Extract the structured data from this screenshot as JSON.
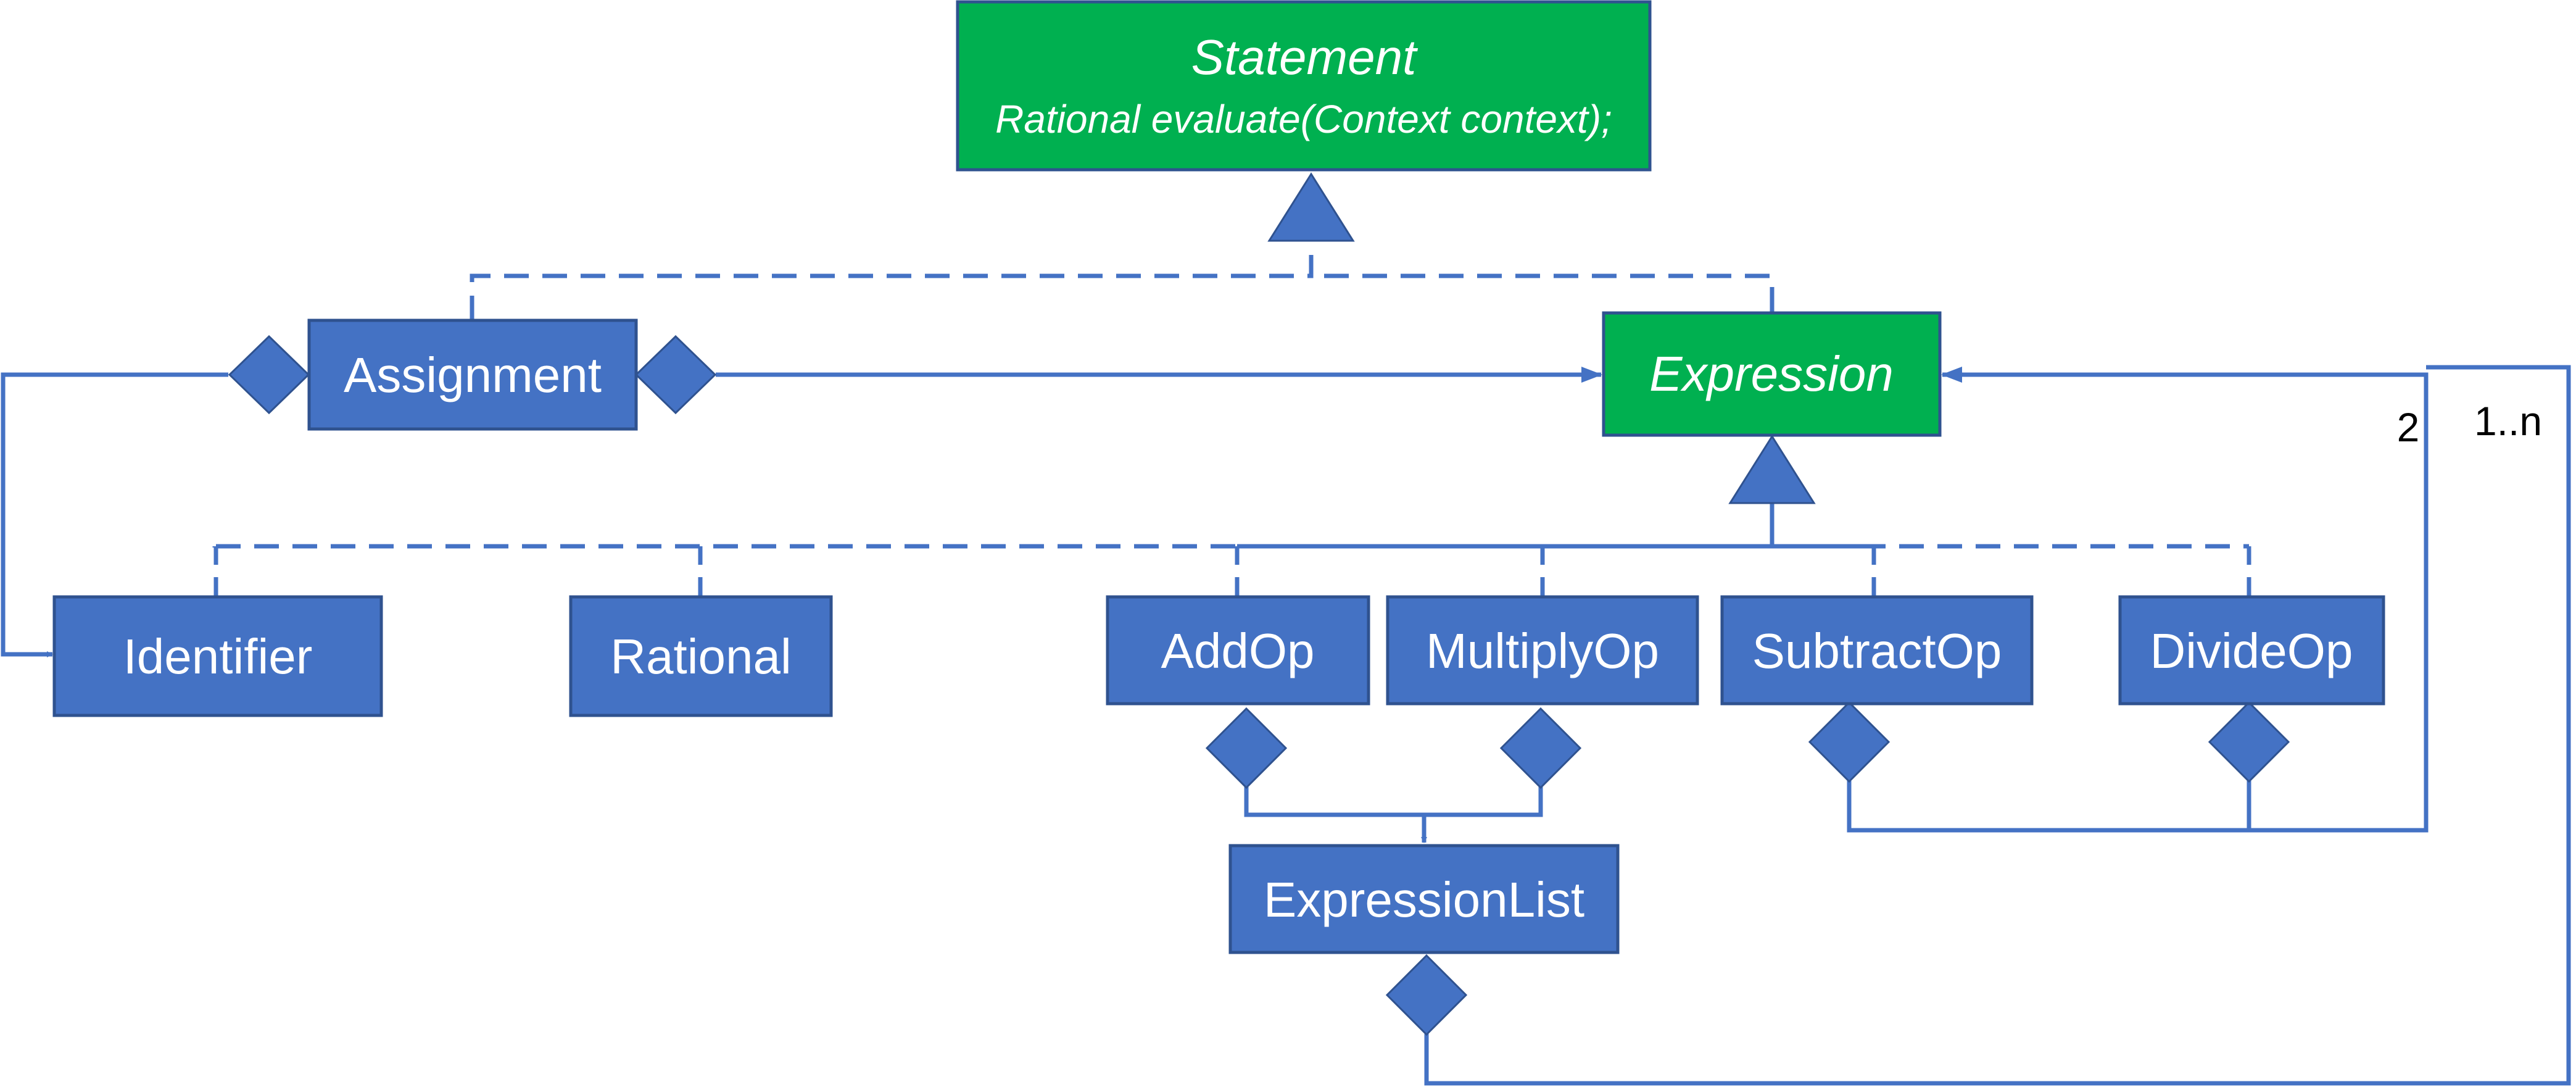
{
  "colors": {
    "class_fill": "#4472C4",
    "interface_fill": "#00B050",
    "line": "#4472C4",
    "border": "#2F528F",
    "text": "#FFFFFF",
    "multiplicity_text": "#000000"
  },
  "statement": {
    "title": "Statement",
    "method": "Rational evaluate(Context context);"
  },
  "expression": {
    "title": "Expression"
  },
  "assignment": {
    "title": "Assignment"
  },
  "identifier": {
    "title": "Identifier"
  },
  "rational": {
    "title": "Rational"
  },
  "add_op": {
    "title": "AddOp"
  },
  "multiply_op": {
    "title": "MultiplyOp"
  },
  "subtract_op": {
    "title": "SubtractOp"
  },
  "divide_op": {
    "title": "DivideOp"
  },
  "expression_list": {
    "title": "ExpressionList"
  },
  "multiplicity": {
    "two": "2",
    "one_to_n": "1..n"
  }
}
